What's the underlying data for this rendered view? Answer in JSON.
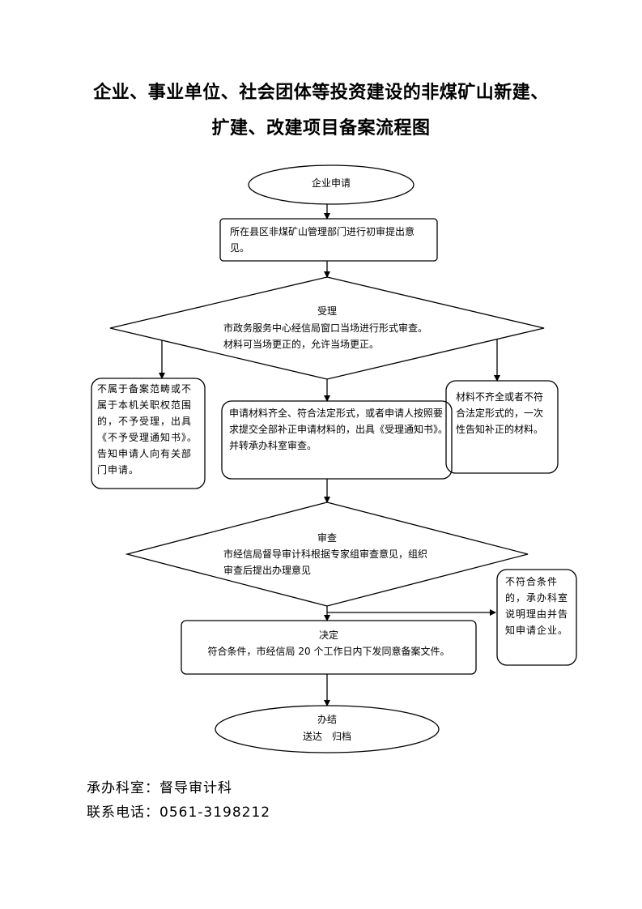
{
  "title": {
    "line1": "企业、事业单位、社会团体等投资建设的非煤矿山新建、",
    "line2": "扩建、改建项目备案流程图"
  },
  "flow": {
    "start": "企业申请",
    "initial_review": "所在县区非煤矿山管理部门进行初审提出意见。",
    "accept": {
      "heading": "受理",
      "body": "市政务服务中心经信局窗口当场进行形式审查。材料可当场更正的，允许当场更正。"
    },
    "reject_scope": "不属于备案范畴或不属于本机关职权范围的，不予受理，出具《不予受理通知书》。告知申请人向有关部门申请。",
    "accepted": "申请材料齐全、符合法定形式，或者申请人按照要求提交全部补正申请材料的，出具《受理通知书》。并转承办科室审查。",
    "incomplete": "材料不齐全或者不符合法定形式的，一次性告知补正的材料。",
    "review": {
      "heading": "审查",
      "body": "市经信局督导审计科根据专家组审查意见，组织审查后提出办理意见"
    },
    "not_qualified": "不符合条件的，承办科室说明理由并告知申请企业。",
    "decision": {
      "heading": "决定",
      "body": "符合条件，市经信局 20 个工作日内下发同意备案文件。"
    },
    "finish": {
      "heading": "办结",
      "body": "送达　归档"
    }
  },
  "footer": {
    "department": "承办科室：督导审计科",
    "phone": "联系电话：0561-3198212"
  }
}
